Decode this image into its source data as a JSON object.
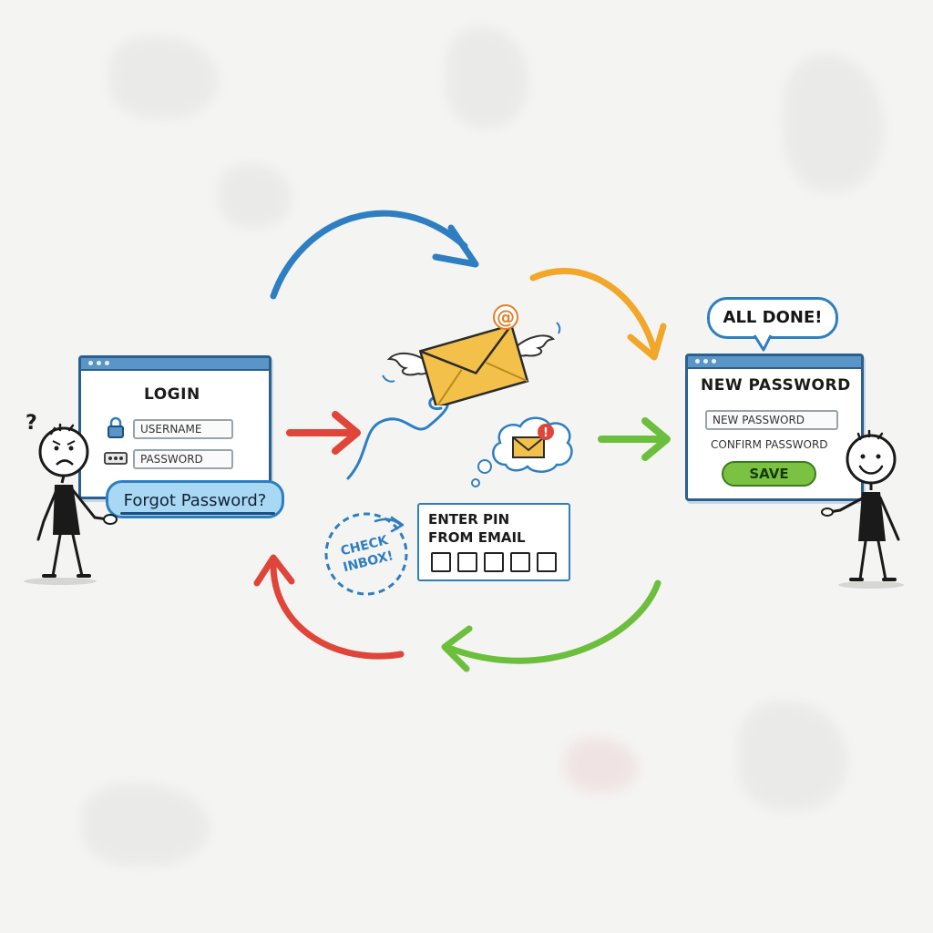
{
  "login_window": {
    "title": "LOGIN",
    "username_placeholder": "USERNAME",
    "password_placeholder": "PASSWORD",
    "forgot_link": "Forgot Password?"
  },
  "pin_card": {
    "line1": "ENTER PIN",
    "line2": "FROM EMAIL",
    "cells": 5
  },
  "check_inbox": {
    "line1": "CHECK",
    "line2": "INBOX!"
  },
  "reset_window": {
    "title": "NEW PASSWORD",
    "new_password_field": "NEW PASSWORD",
    "confirm_password_label": "CONFIRM PASSWORD",
    "save_label": "SAVE"
  },
  "speech_bubble": "ALL DONE!",
  "confused_mark": "?",
  "email_badge": "@",
  "alert_badge": "!",
  "colors": {
    "blue": "#2e7fc1",
    "red": "#e0453a",
    "orange": "#f2a62a",
    "green": "#6cbf3c",
    "envelope": "#f3c04a"
  },
  "icons": [
    "lock-icon",
    "password-dots-icon",
    "winged-envelope-icon",
    "thought-bubble-envelope-icon",
    "stick-figure-confused",
    "stick-figure-happy"
  ]
}
